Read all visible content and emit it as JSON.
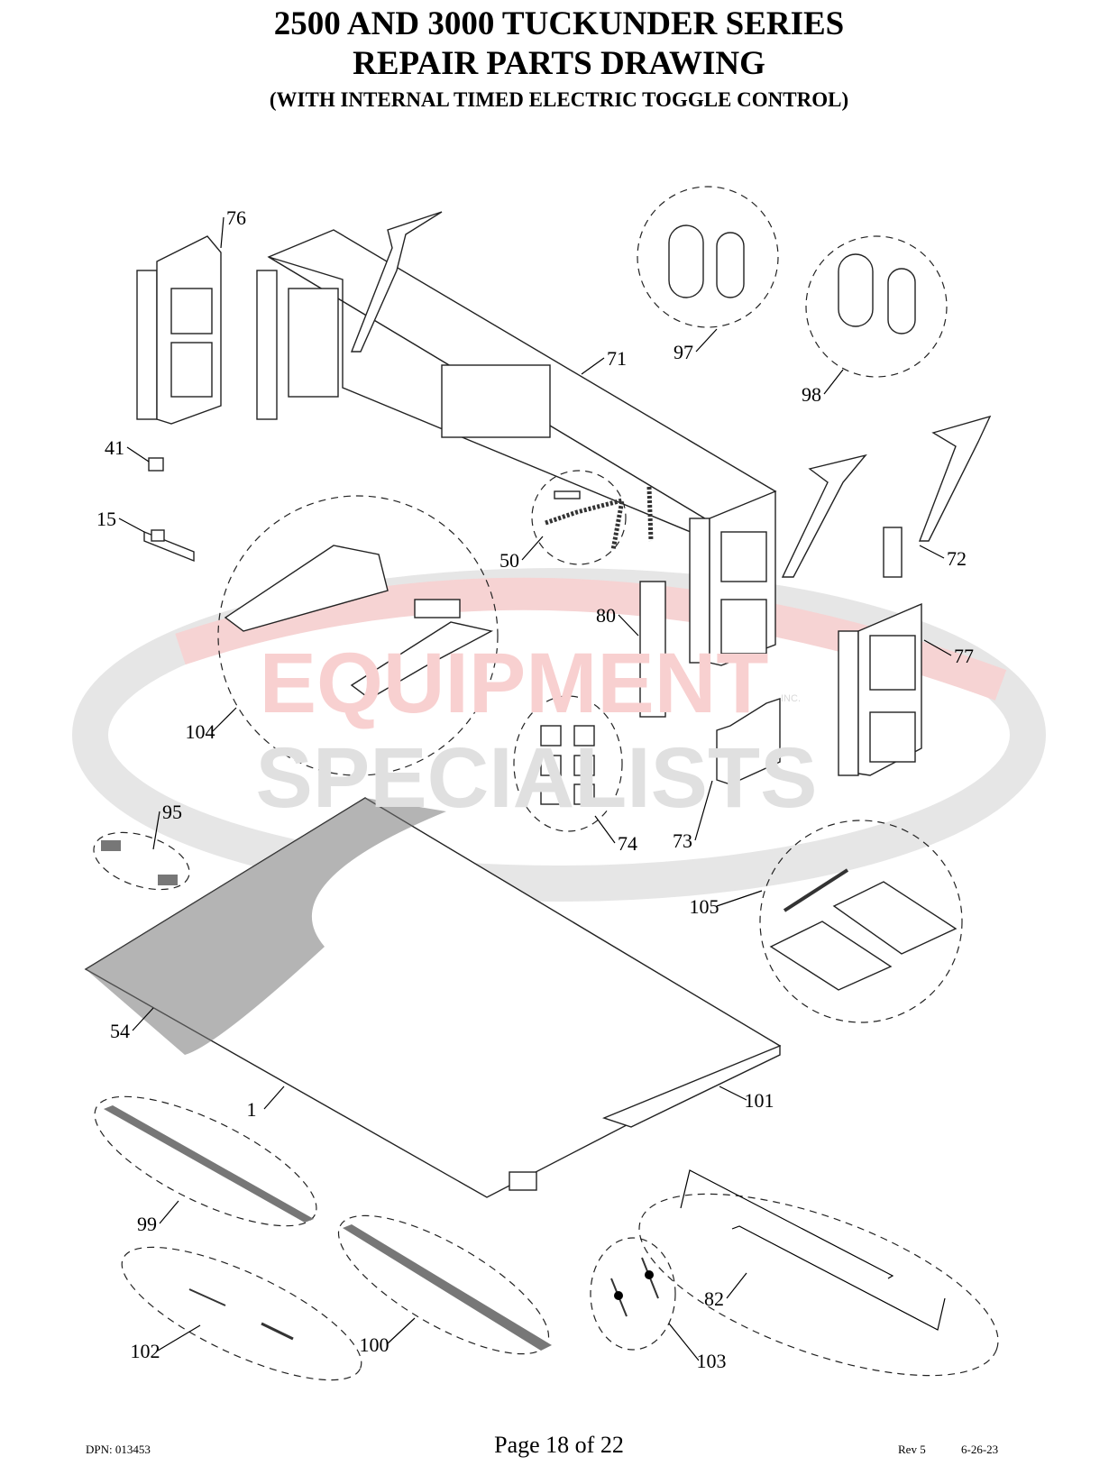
{
  "header": {
    "title_line1": "2500 AND 3000 TUCKUNDER SERIES",
    "title_line2": "REPAIR PARTS DRAWING",
    "subtitle": "(WITH INTERNAL TIMED ELECTRIC TOGGLE CONTROL)"
  },
  "watermark": {
    "line1": "EQUIPMENT",
    "line2": "SPECIALISTS",
    "suffix": "INC.",
    "colors": {
      "red": "#f4c6c6",
      "gray": "#dcdcdc"
    }
  },
  "callouts": [
    "76",
    "71",
    "97",
    "98",
    "41",
    "15",
    "50",
    "72",
    "80",
    "77",
    "104",
    "73",
    "95",
    "74",
    "105",
    "54",
    "101",
    "1",
    "99",
    "82",
    "102",
    "100",
    "103"
  ],
  "footer": {
    "dpn": "DPN: 013453",
    "page": "Page 18 of 22",
    "rev": "Rev 5",
    "date": "6-26-23"
  }
}
